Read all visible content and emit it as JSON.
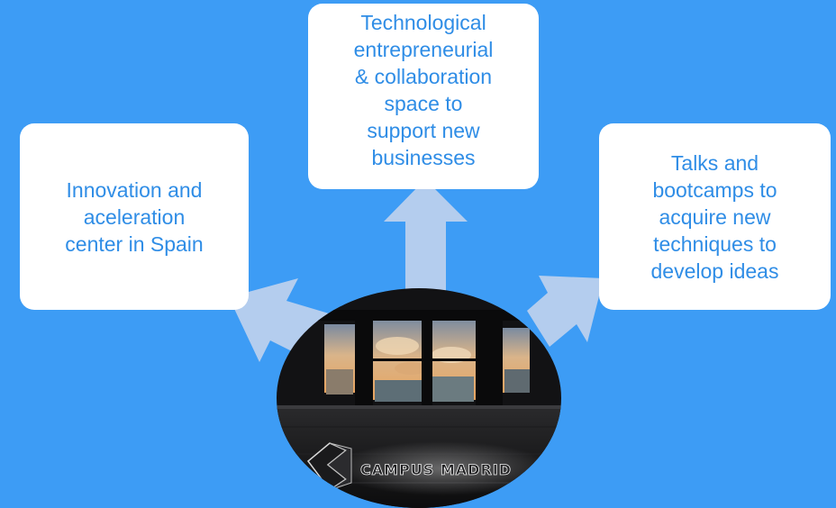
{
  "nodes": {
    "left": [
      "Innovation and",
      "aceleration",
      "center in Spain"
    ],
    "top": [
      "Technological",
      "entrepreneurial",
      "& collaboration",
      "space to",
      "support new",
      "businesses"
    ],
    "right": [
      "Talks and",
      "bootcamps to",
      "acquire new",
      "techniques to",
      "develop ideas"
    ]
  },
  "photo": {
    "sign_text": "CAMPUS MADRID"
  },
  "colors": {
    "background": "#3d9cf5",
    "card": "#ffffff",
    "card_text": "#2f8de6",
    "arrow": "#b4cdee"
  }
}
